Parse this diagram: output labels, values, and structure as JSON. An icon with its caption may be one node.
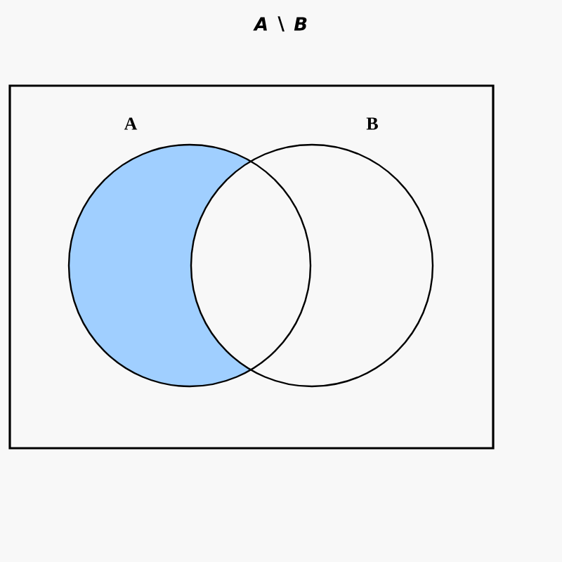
{
  "diagram": {
    "title": "A ∖ B",
    "nodes": [
      {
        "text": [],
        "shape": "box"
      },
      {
        "text": [
          "A"
        ],
        "in": 0
      },
      {
        "text": [
          "B"
        ],
        "in": 0
      }
    ]
  }
}
